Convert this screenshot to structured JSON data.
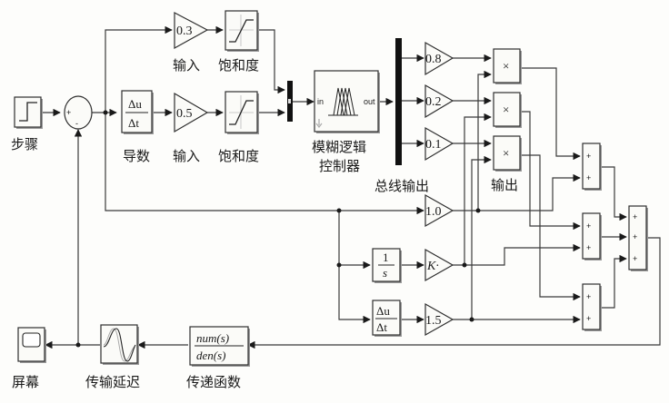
{
  "diagram": {
    "type": "simulink-block-diagram",
    "blocks": {
      "step": {
        "label": "步骤",
        "icon": "step-icon"
      },
      "sum_error": {
        "signs": [
          "+",
          "-"
        ]
      },
      "derivative_top": {
        "num": "Δu",
        "den": "Δt",
        "label": "导数"
      },
      "gain_03": {
        "value": "0.3",
        "label": "输入"
      },
      "gain_05": {
        "value": "0.5",
        "label": "输入"
      },
      "sat_top": {
        "label": "饱和度"
      },
      "sat_bottom": {
        "label": "饱和度"
      },
      "fuzzy": {
        "in": "in",
        "out": "out",
        "label_line1": "模糊逻辑",
        "label_line2": "控制器"
      },
      "bus": {
        "label": "总线输出"
      },
      "gain_08": {
        "value": "0.8"
      },
      "gain_02": {
        "value": "0.2"
      },
      "gain_01": {
        "value": "0.1"
      },
      "product": {
        "symbol": "×",
        "label": "输出"
      },
      "gain_10": {
        "value": "1.0"
      },
      "integrator": {
        "num": "1",
        "den": "s"
      },
      "gain_k": {
        "value": "K·"
      },
      "derivative_bottom": {
        "num": "Δu",
        "den": "Δt"
      },
      "gain_15": {
        "value": "1.5"
      },
      "sum_plus": "+",
      "transfer_fn": {
        "num": "num(s)",
        "den": "den(s)",
        "label": "传递函数"
      },
      "transport_delay": {
        "label": "传输延迟"
      },
      "scope": {
        "label": "屏幕"
      }
    }
  }
}
